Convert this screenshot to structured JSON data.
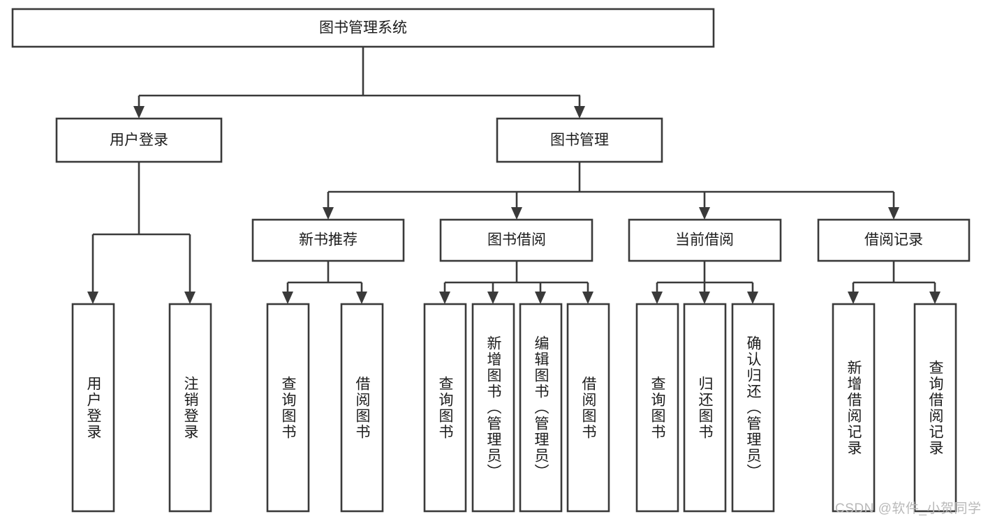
{
  "diagram": {
    "title": "图书管理系统",
    "type": "tree-hierarchy-chart",
    "colors": {
      "box_stroke": "#3a3a3a",
      "box_fill": "#ffffff",
      "text": "#1c1c1c",
      "watermark": "#b9b9b9",
      "background": "#ffffff"
    },
    "root": {
      "label": "图书管理系统"
    },
    "level2": [
      {
        "label": "用户登录"
      },
      {
        "label": "图书管理"
      }
    ],
    "level3": [
      {
        "label": "新书推荐"
      },
      {
        "label": "图书借阅"
      },
      {
        "label": "当前借阅"
      },
      {
        "label": "借阅记录"
      }
    ],
    "leaves": {
      "user_login": [
        {
          "label": "用户登录"
        },
        {
          "label": "注销登录"
        }
      ],
      "new_book_recommend": [
        {
          "label": "查询图书"
        },
        {
          "label": "借阅图书"
        }
      ],
      "book_borrow": [
        {
          "label": "查询图书"
        },
        {
          "label": "新增图书（管理员）"
        },
        {
          "label": "编辑图书（管理员）"
        },
        {
          "label": "借阅图书"
        }
      ],
      "current_borrow": [
        {
          "label": "查询图书"
        },
        {
          "label": "归还图书"
        },
        {
          "label": "确认归还（管理员）"
        }
      ],
      "borrow_record": [
        {
          "label": "新增借阅记录"
        },
        {
          "label": "查询借阅记录"
        }
      ]
    }
  },
  "watermark": {
    "text": "CSDN @软件_小贺同学"
  }
}
